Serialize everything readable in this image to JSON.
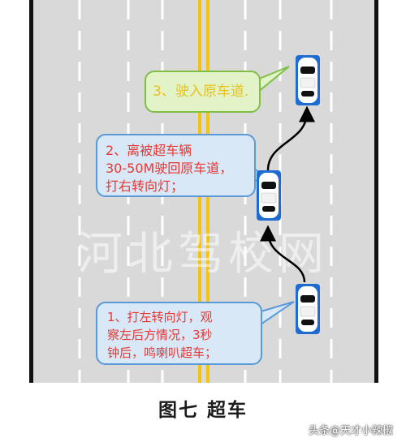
{
  "steps": {
    "step1": [
      "1、打左转向灯，观",
      "察左后方情况，3秒",
      "钟后，鸣喇叭超车；"
    ],
    "step2": [
      "2、离被超车辆",
      "30-50M驶回原车道，",
      "打右转向灯；"
    ],
    "step3": "3、驶入原车道."
  },
  "background_watermark": "河北驾校网",
  "caption": "图七  超车",
  "footer_watermark": "头条@天才小辣椒",
  "colors": {
    "road": "#d9d9d9",
    "center_line": "#f2c40c",
    "bubble_green_fill": "#e3f3c8",
    "bubble_blue_fill": "#d9e8f6",
    "step_text_red": "#e53935",
    "step3_text_yellow": "#e8c21b"
  }
}
